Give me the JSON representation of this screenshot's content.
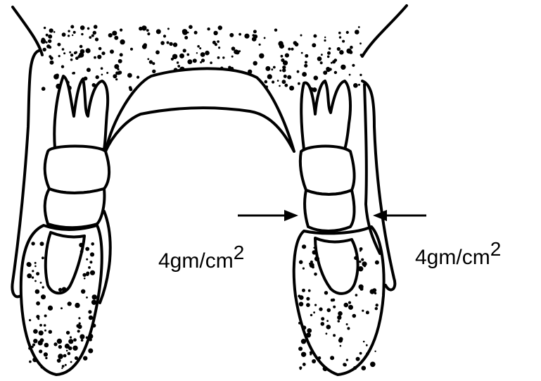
{
  "labels": {
    "left_force": {
      "value": "4gm/cm",
      "exponent": "2"
    },
    "right_force": {
      "value": "4gm/cm",
      "exponent": "2"
    }
  },
  "colors": {
    "ink": "#000000",
    "background": "#ffffff"
  }
}
